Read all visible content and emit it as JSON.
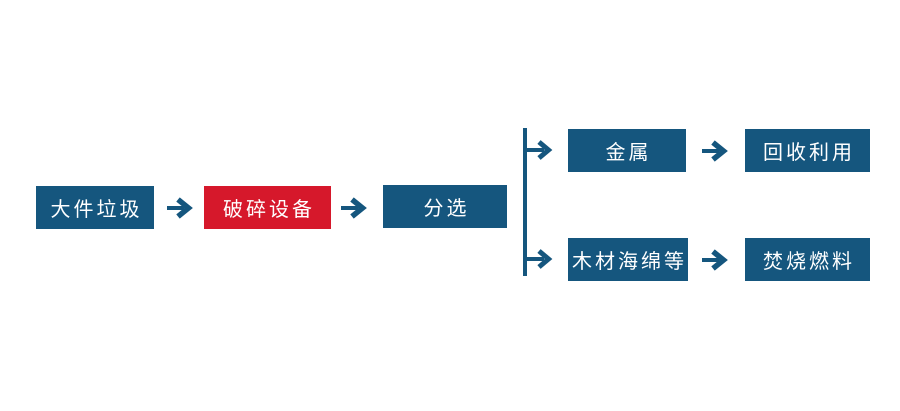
{
  "diagram": {
    "title_hint": "bulky-waste-processing-flowchart",
    "nodes": {
      "bulky_waste": "大件垃圾",
      "crushing_equipment": "破碎设备",
      "sorting": "分选",
      "metal": "金属",
      "recycling": "回收利用",
      "wood_sponge_etc": "木材海绵等",
      "incineration_fuel": "焚烧燃料"
    },
    "edges": [
      {
        "from": "大件垃圾",
        "to": "破碎设备"
      },
      {
        "from": "破碎设备",
        "to": "分选"
      },
      {
        "from": "分选",
        "to": "金属"
      },
      {
        "from": "分选",
        "to": "木材海绵等"
      },
      {
        "from": "金属",
        "to": "回收利用"
      },
      {
        "from": "木材海绵等",
        "to": "焚烧燃料"
      }
    ]
  },
  "colors": {
    "box_blue": "#15567E",
    "box_red": "#D6182B",
    "arrow_blue": "#15567E",
    "bg": "#FFFFFF",
    "text_white": "#FFFFFF"
  }
}
